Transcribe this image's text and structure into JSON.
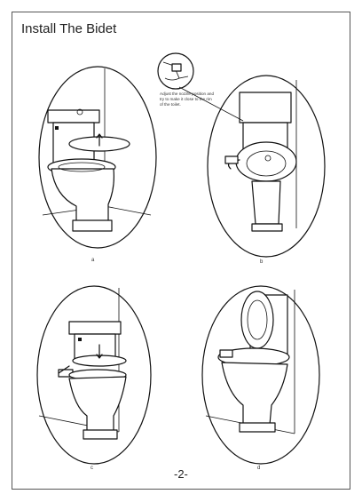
{
  "page": {
    "title": "Install The Bidet",
    "page_number": "-2-"
  },
  "panels": [
    {
      "id": "a",
      "caption": "a"
    },
    {
      "id": "b",
      "caption": "b",
      "note": "Adjust the nozzle position and try to make it close to the rim of the toilet."
    },
    {
      "id": "c",
      "caption": "c"
    },
    {
      "id": "d",
      "caption": "d"
    }
  ]
}
